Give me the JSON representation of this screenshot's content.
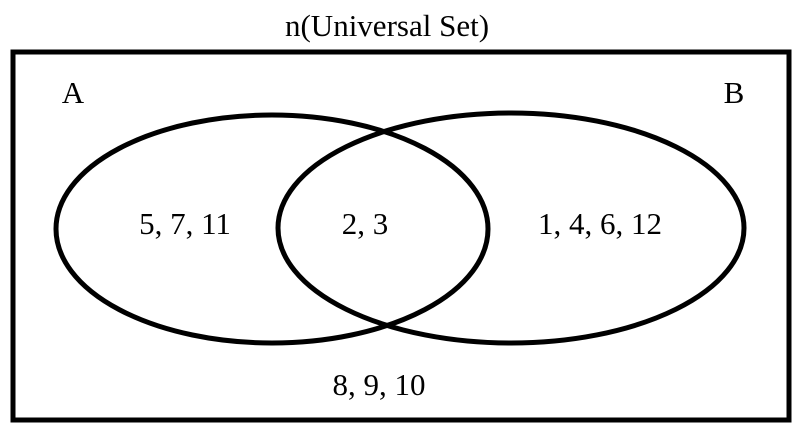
{
  "title": "n(Universal Set)",
  "sets": {
    "a": {
      "label": "A",
      "only_elements": "5, 7, 11"
    },
    "b": {
      "label": "B",
      "only_elements": "1, 4, 6, 12"
    }
  },
  "intersection": {
    "elements": "2, 3"
  },
  "outside": {
    "elements": "8, 9, 10"
  },
  "colors": {
    "stroke": "#000000",
    "background": "#ffffff",
    "text": "#000000"
  }
}
